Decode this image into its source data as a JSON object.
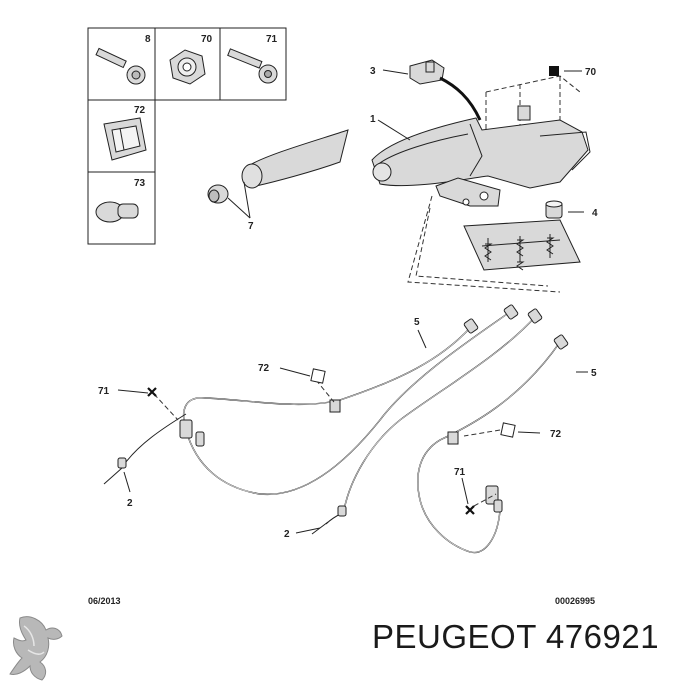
{
  "callouts": {
    "legend_8": "8",
    "legend_70": "70",
    "legend_71": "71",
    "legend_72": "72",
    "legend_73": "73",
    "c1": "1",
    "c3": "3",
    "c70": "70",
    "c7": "7",
    "c4": "4",
    "c5a": "5",
    "c5b": "5",
    "c72a": "72",
    "c72b": "72",
    "c71a": "71",
    "c71b": "71",
    "c2a": "2",
    "c2b": "2"
  },
  "footer": {
    "date": "06/2013",
    "ref": "00026995"
  },
  "brand": {
    "text": "PEUGEOT 476921"
  }
}
